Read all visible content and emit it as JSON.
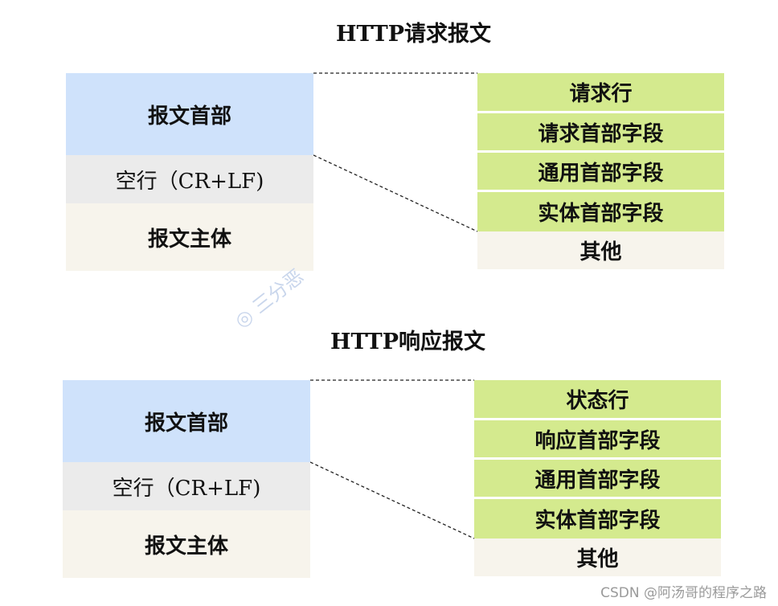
{
  "request": {
    "title": "HTTP请求报文",
    "left": {
      "header": "报文首部",
      "blank_line": "空行（CR+LF)",
      "body": "报文主体"
    },
    "right": [
      "请求行",
      "请求首部字段",
      "通用首部字段",
      "实体首部字段",
      "其他"
    ]
  },
  "response": {
    "title": "HTTP响应报文",
    "left": {
      "header": "报文首部",
      "blank_line": "空行（CR+LF)",
      "body": "报文主体"
    },
    "right": [
      "状态行",
      "响应首部字段",
      "通用首部字段",
      "实体首部字段",
      "其他"
    ]
  },
  "watermark": "三分恶",
  "credit": "CSDN @阿汤哥的程序之路",
  "colors": {
    "header_blue": "#cfe2fb",
    "blank_gray": "#ebebeb",
    "body_cream": "#f7f4ec",
    "field_green": "#d4ea8e"
  }
}
